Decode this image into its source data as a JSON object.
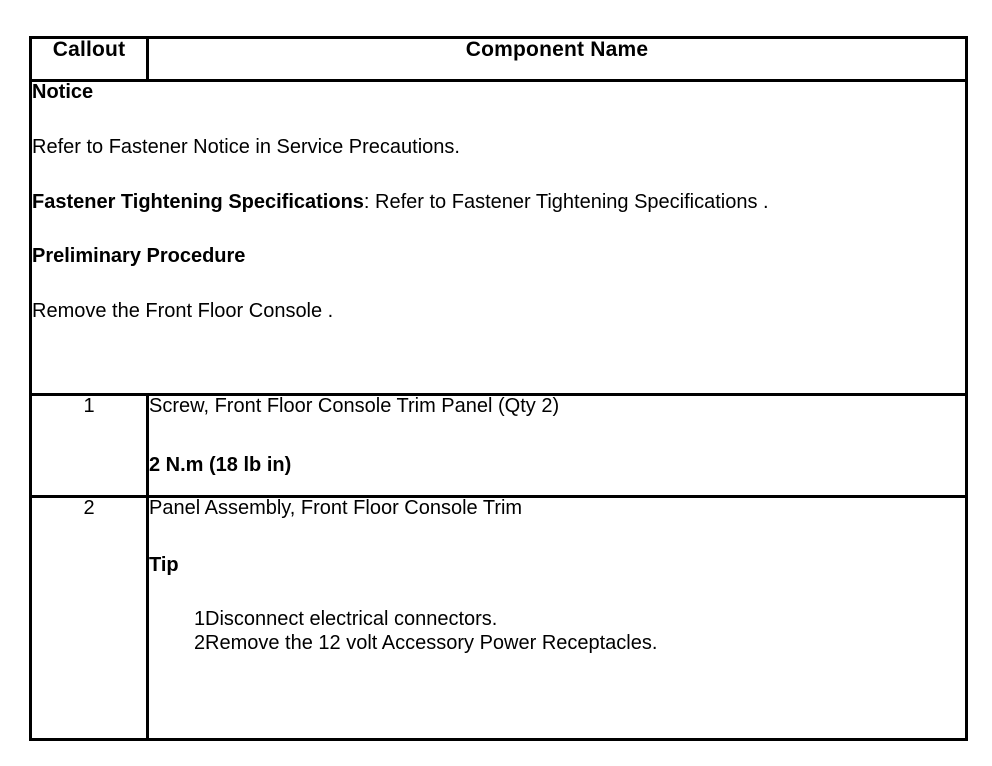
{
  "document": {
    "type": "service-procedure-table",
    "background_color": "#ffffff",
    "text_color": "#000000",
    "border_color": "#000000"
  },
  "table": {
    "headers": {
      "callout": "Callout",
      "component_name": "Component Name"
    },
    "notice_block": {
      "title": "Notice",
      "body": "Refer to Fastener Notice in Service Precautions.",
      "spec_label": "Fastener Tightening Specifications",
      "spec_value": ": Refer to Fastener Tightening Specifications .",
      "preliminary_title": "Preliminary Procedure",
      "preliminary_body": "Remove the Front Floor Console ."
    },
    "rows": [
      {
        "callout": "1",
        "name": "Screw, Front Floor Console Trim Panel (Qty 2)",
        "torque": "2 N.m (18 lb in)"
      },
      {
        "callout": "2",
        "name": "Panel Assembly, Front Floor Console Trim",
        "tip_title": "Tip",
        "steps": [
          {
            "num": "1.",
            "text": "Disconnect electrical connectors."
          },
          {
            "num": "2.",
            "text": "Remove the 12 volt Accessory Power Receptacles."
          }
        ]
      }
    ]
  }
}
